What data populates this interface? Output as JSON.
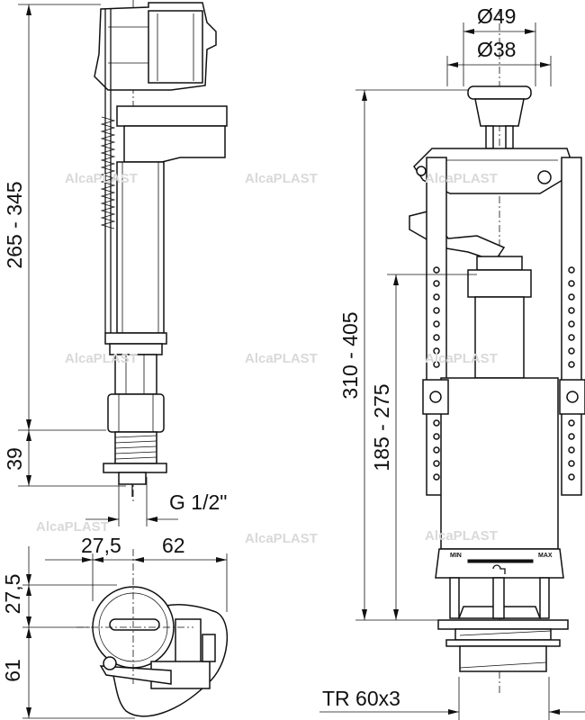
{
  "watermark": "AlcaPLAST",
  "fill_valve": {
    "height_range": "265 - 345",
    "thread_height": "39",
    "connection": "G 1/2\""
  },
  "top_view": {
    "offset_x": "27,5",
    "width": "62",
    "offset_y": "27,5",
    "depth": "61"
  },
  "flush_valve": {
    "button_outer": "Ø49",
    "button_inner": "Ø38",
    "height_range": "310 - 405",
    "overflow_range": "185 - 275",
    "thread": "TR 60x3",
    "scale_min": "MIN",
    "scale_max": "MAX"
  }
}
